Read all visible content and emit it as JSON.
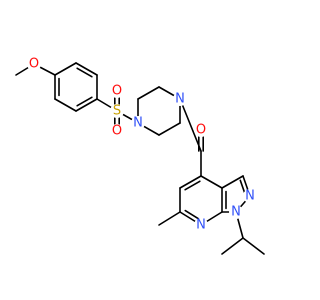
{
  "colors": {
    "bond": "#000000",
    "O": "#ff0d0d",
    "N": "#3050f8",
    "S": "#c8a000"
  },
  "molecule": {
    "atoms": [
      {
        "id": "o_methoxy",
        "label": "O",
        "element": "O"
      },
      {
        "id": "s_sulfonyl",
        "label": "S",
        "element": "S"
      },
      {
        "id": "o_sulfonyl_top",
        "label": "O",
        "element": "O"
      },
      {
        "id": "o_sulfonyl_bottom",
        "label": "O",
        "element": "O"
      },
      {
        "id": "n_piperazine_1",
        "label": "N",
        "element": "N"
      },
      {
        "id": "n_piperazine_4",
        "label": "N",
        "element": "N"
      },
      {
        "id": "o_carbonyl",
        "label": "O",
        "element": "O"
      },
      {
        "id": "n_pyrazole_2",
        "label": "N",
        "element": "N"
      },
      {
        "id": "n_pyrazole_1",
        "label": "N",
        "element": "N"
      },
      {
        "id": "n_pyridine",
        "label": "N",
        "element": "N"
      }
    ]
  }
}
